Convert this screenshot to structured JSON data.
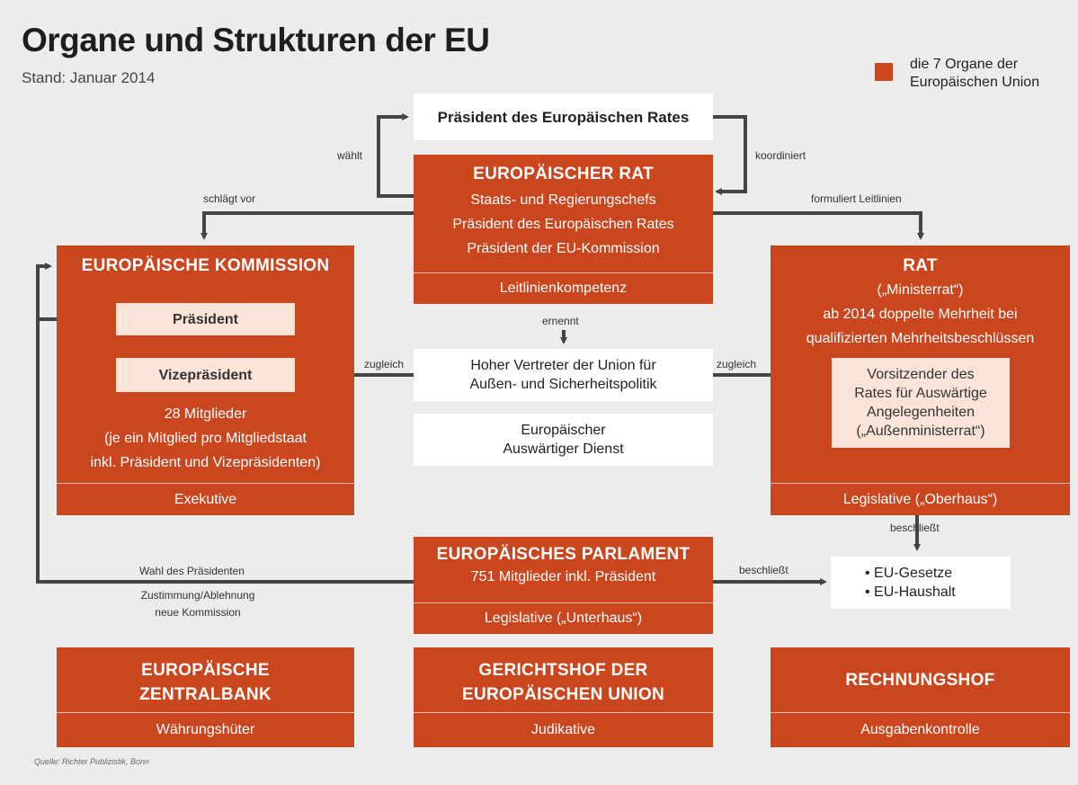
{
  "title": "Organe und Strukturen der EU",
  "subtitle": "Stand: Januar 2014",
  "legend": {
    "lines": [
      "die 7 Organe der",
      "Europäischen Union"
    ],
    "color": "#c9461e"
  },
  "praesident_er": "Präsident des Europäischen Rates",
  "europaeischer_rat": {
    "title": "EUROPÄISCHER RAT",
    "lines": [
      "Staats- und Regierungschefs",
      "Präsident des Europäischen Rates",
      "Präsident der EU-Kommission"
    ],
    "footer": "Leitlinienkompetenz"
  },
  "kommission": {
    "title": "EUROPÄISCHE KOMMISSION",
    "praesident": "Präsident",
    "vizepraesident": "Vizepräsident",
    "lines": [
      "28 Mitglieder",
      "(je ein Mitglied pro Mitgliedstaat",
      "inkl. Präsident und Vizepräsidenten)"
    ],
    "footer": "Exekutive"
  },
  "rat": {
    "title": "RAT",
    "lines": [
      "(„Ministerrat“)",
      "ab 2014 doppelte Mehrheit bei",
      "qualifizierten Mehrheitsbeschlüssen"
    ],
    "vorsitz": [
      "Vorsitzender des",
      "Rates für Auswärtige",
      "Angelegenheiten",
      "(„Außenministerrat“)"
    ],
    "footer": "Legislative („Oberhaus“)"
  },
  "hoher_vertreter": [
    "Hoher Vertreter der Union für",
    "Außen- und Sicherheitspolitik"
  ],
  "eead": [
    "Europäischer",
    "Auswärtiger Dienst"
  ],
  "parlament": {
    "title": "EUROPÄISCHES PARLAMENT",
    "line": "751 Mitglieder inkl. Präsident",
    "footer": "Legislative („Unterhaus“)"
  },
  "gesetze": [
    "• EU-Gesetze",
    "• EU-Haushalt"
  ],
  "ezb": {
    "title": [
      "EUROPÄISCHE",
      "ZENTRALBANK"
    ],
    "footer": "Währungshüter"
  },
  "gerichtshof": {
    "title": [
      "GERICHTSHOF DER",
      "EUROPÄISCHEN UNION"
    ],
    "footer": "Judikative"
  },
  "rechnungshof": {
    "title": "RECHNUNGSHOF",
    "footer": "Ausgabenkontrolle"
  },
  "labels": {
    "waehlt": "wählt",
    "koordiniert": "koordiniert",
    "schlaegt_vor": "schlägt vor",
    "formuliert": "formuliert Leitlinien",
    "ernennt": "ernennt",
    "zugleich": "zugleich",
    "beschliesst": "beschließt",
    "wahl": "Wahl des Präsidenten",
    "zustimmung": [
      "Zustimmung/Ablehnung",
      "neue Kommission"
    ]
  },
  "source": "Quelle: Richter Publizistik, Bonn"
}
